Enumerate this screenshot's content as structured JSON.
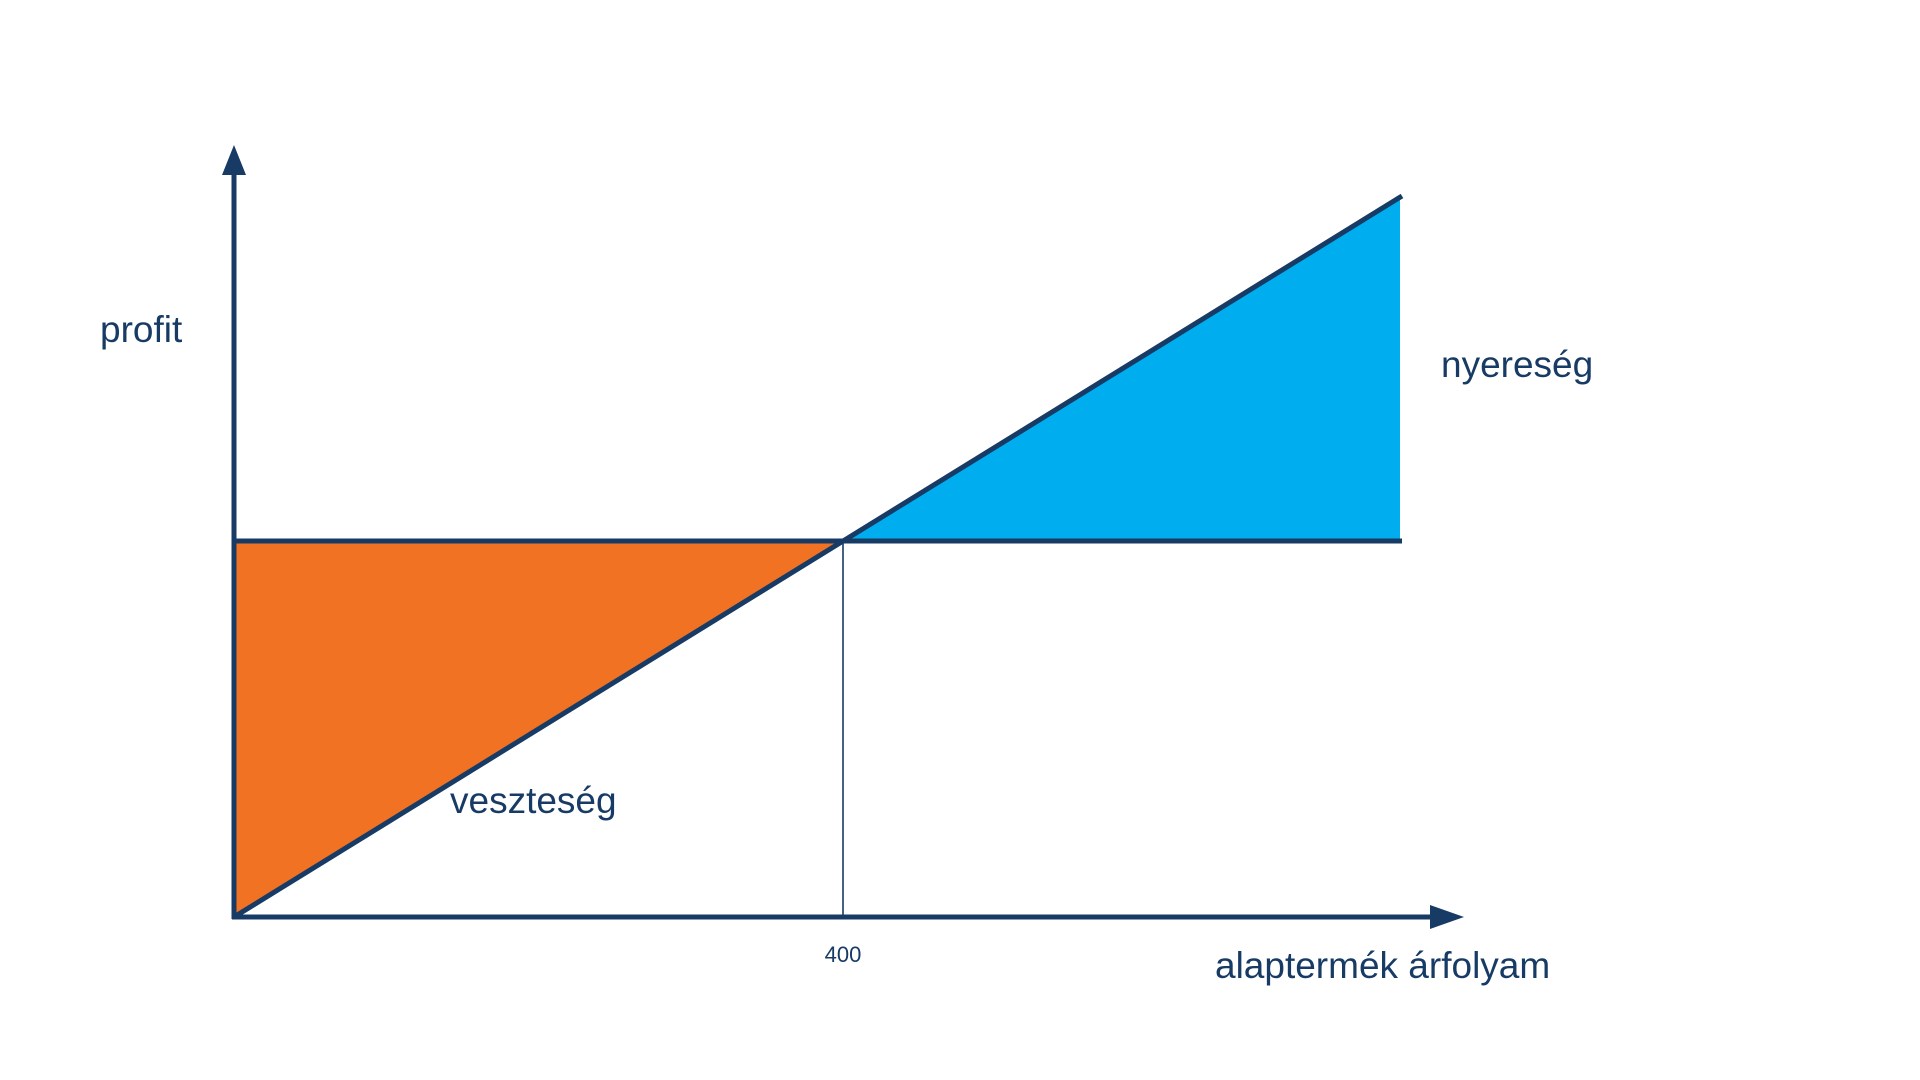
{
  "diagram": {
    "y_axis_label": "profit",
    "x_axis_label": "alaptermék árfolyam",
    "break_even_label": "400",
    "profit_label": "nyereség",
    "loss_label": "veszteség"
  },
  "colors": {
    "line": "#173B65",
    "profit_fill": "#00AEEF",
    "loss_fill": "#F07222",
    "text": "#173B65"
  }
}
